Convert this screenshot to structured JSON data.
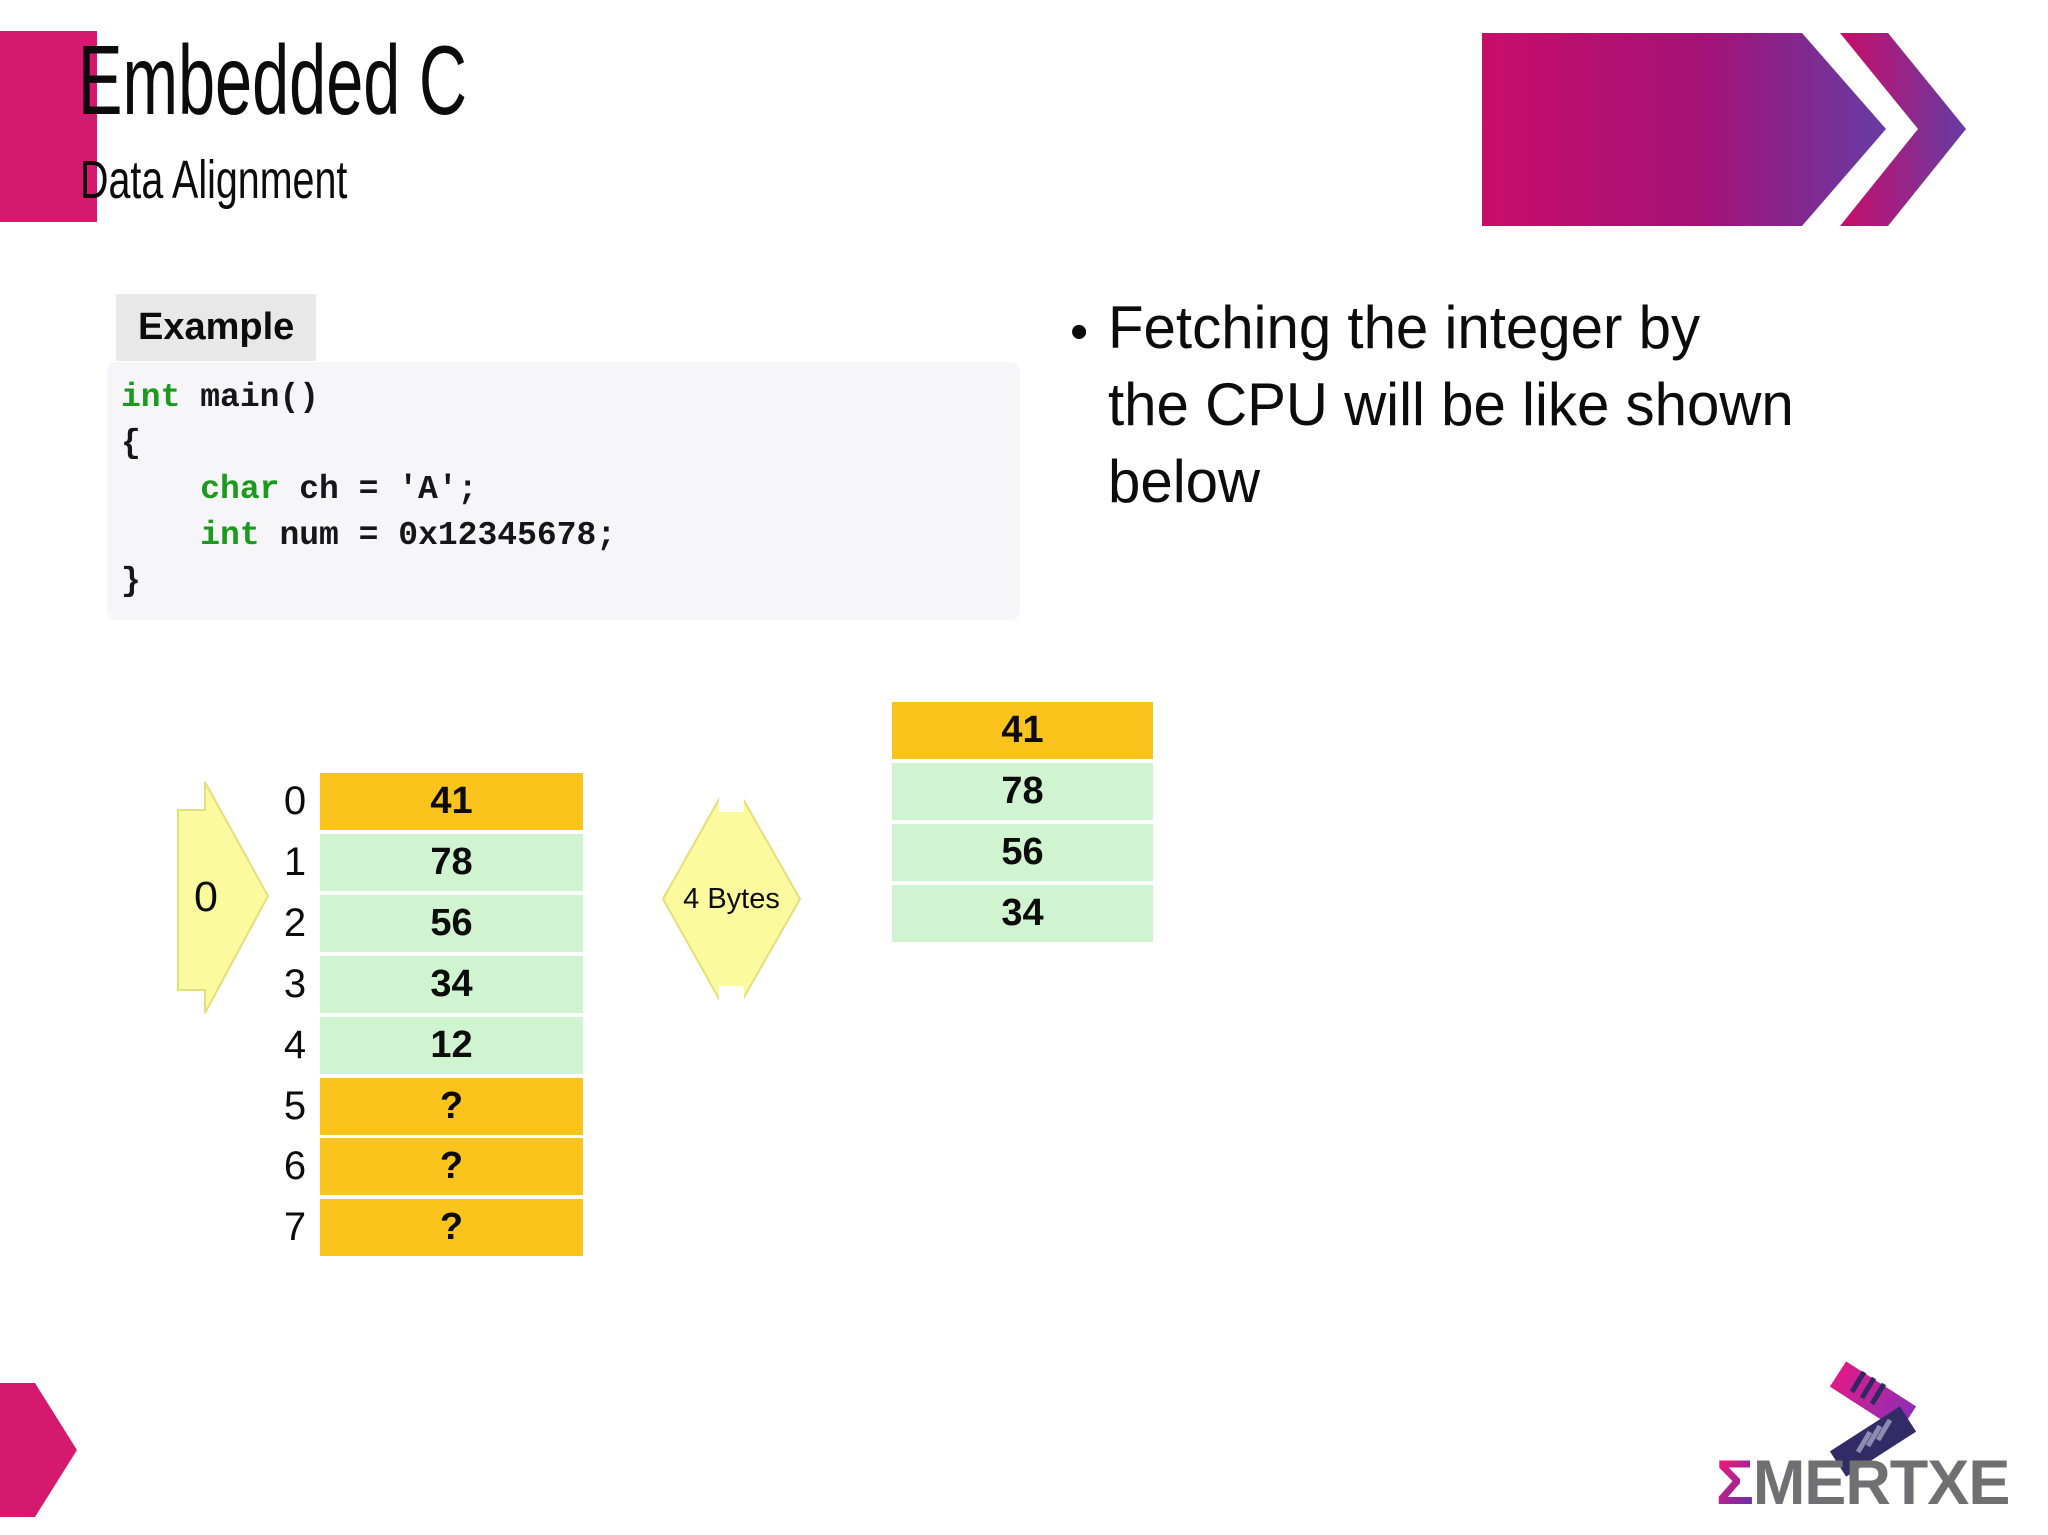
{
  "header": {
    "title": "Embedded C",
    "subtitle": "Data Alignment"
  },
  "example": {
    "label": "Example",
    "code_lines": [
      {
        "indent": "",
        "keyword": "int",
        "rest": " main()"
      },
      {
        "indent": "",
        "keyword": "",
        "rest": "{"
      },
      {
        "indent": "    ",
        "keyword": "char",
        "rest": " ch = 'A';"
      },
      {
        "indent": "    ",
        "keyword": "int",
        "rest": " num = 0x12345678;"
      },
      {
        "indent": "",
        "keyword": "",
        "rest": "}"
      }
    ]
  },
  "bullet": {
    "marker": "•",
    "text": "Fetching the integer by\nthe CPU will be like shown\nbelow"
  },
  "memory_diagram": {
    "start_pointer_label": "0",
    "size_label": "4 Bytes",
    "rows": [
      {
        "address": "0",
        "value": "41",
        "highlight": "orange"
      },
      {
        "address": "1",
        "value": "78",
        "highlight": "green"
      },
      {
        "address": "2",
        "value": "56",
        "highlight": "green"
      },
      {
        "address": "3",
        "value": "34",
        "highlight": "green"
      },
      {
        "address": "4",
        "value": "12",
        "highlight": "green"
      },
      {
        "address": "5",
        "value": "?",
        "highlight": "orange"
      },
      {
        "address": "6",
        "value": "?",
        "highlight": "orange"
      },
      {
        "address": "7",
        "value": "?",
        "highlight": "orange"
      }
    ]
  },
  "fetched_view": {
    "rows": [
      {
        "value": "41",
        "highlight": "orange"
      },
      {
        "value": "78",
        "highlight": "green"
      },
      {
        "value": "56",
        "highlight": "green"
      },
      {
        "value": "34",
        "highlight": "green"
      }
    ]
  },
  "logo": {
    "sigma": "Σ",
    "name": "MERTXE"
  },
  "colors": {
    "accent_pink": "#d4196e",
    "byte_orange": "#fbc41c",
    "byte_green": "#d0f4d0",
    "pale_yellow": "#fbfa9e",
    "code_keyword_green": "#1b9a1e",
    "arrow_gradient_start": "#c90d69",
    "arrow_gradient_end": "#653ca4",
    "logo_gray": "#707073",
    "logo_dark": "#322b66"
  }
}
